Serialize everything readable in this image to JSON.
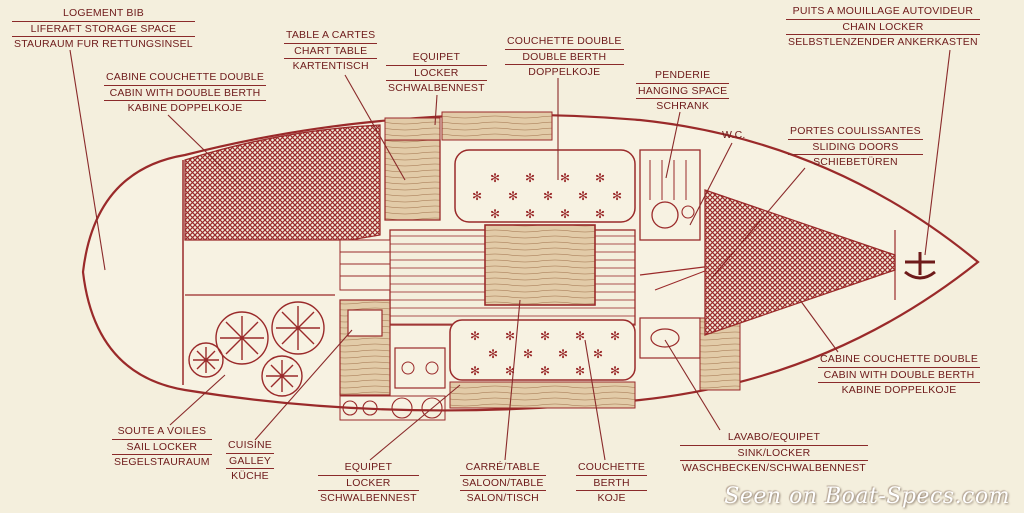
{
  "labels": {
    "liferaft": [
      "LOGEMENT BIB",
      "LIFERAFT STORAGE SPACE",
      "STAURAUM FUR RETTUNGSINSEL"
    ],
    "aft_cabin": [
      "CABINE COUCHETTE DOUBLE",
      "CABIN WITH DOUBLE BERTH",
      "KABINE DOPPELKOJE"
    ],
    "chart_table": [
      "TABLE A CARTES",
      "CHART TABLE",
      "KARTENTISCH"
    ],
    "locker_top": [
      "EQUIPET",
      "LOCKER",
      "SCHWALBENNEST"
    ],
    "double_berth": [
      "COUCHETTE DOUBLE",
      "DOUBLE BERTH",
      "DOPPELKOJE"
    ],
    "hanging": [
      "PENDERIE",
      "HANGING SPACE",
      "SCHRANK"
    ],
    "wc": [
      "W.C."
    ],
    "chain_locker": [
      "PUITS A MOUILLAGE AUTOVIDEUR",
      "CHAIN LOCKER",
      "SELBSTLENZENDER ANKERKASTEN"
    ],
    "sliding_doors": [
      "PORTES COULISSANTES",
      "SLIDING DOORS",
      "SCHIEBETÜREN"
    ],
    "fore_cabin": [
      "CABINE COUCHETTE DOUBLE",
      "CABIN WITH DOUBLE BERTH",
      "KABINE DOPPELKOJE"
    ],
    "sink_locker": [
      "LAVABO/EQUIPET",
      "SINK/LOCKER",
      "WASCHBECKEN/SCHWALBENNEST"
    ],
    "berth": [
      "COUCHETTE",
      "BERTH",
      "KOJE"
    ],
    "saloon": [
      "CARRÉ/TABLE",
      "SALOON/TABLE",
      "SALON/TISCH"
    ],
    "locker_bottom": [
      "EQUIPET",
      "LOCKER",
      "SCHWALBENNEST"
    ],
    "galley": [
      "CUISINE",
      "GALLEY",
      "KÜCHE"
    ],
    "sail_locker": [
      "SOUTE A VOILES",
      "SAIL LOCKER",
      "SEGELSTAURAUM"
    ]
  },
  "watermark": "Seen on Boat-Specs.com",
  "colors": {
    "line": "#9a2a2a",
    "paper": "#f4efdd",
    "wood": "#e0c9a6"
  }
}
